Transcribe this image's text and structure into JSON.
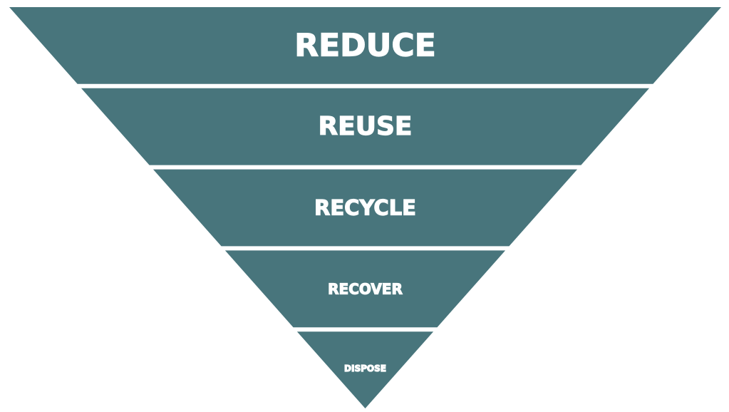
{
  "title": "Waste hierarchy",
  "colors": {
    "band": "#48757C",
    "text": "#FFFFFF",
    "background": "#FFFFFF"
  },
  "levels": [
    {
      "label": "REDUCE"
    },
    {
      "label": "REUSE"
    },
    {
      "label": "RECYCLE"
    },
    {
      "label": "RECOVER"
    },
    {
      "label": "DISPOSE"
    }
  ]
}
